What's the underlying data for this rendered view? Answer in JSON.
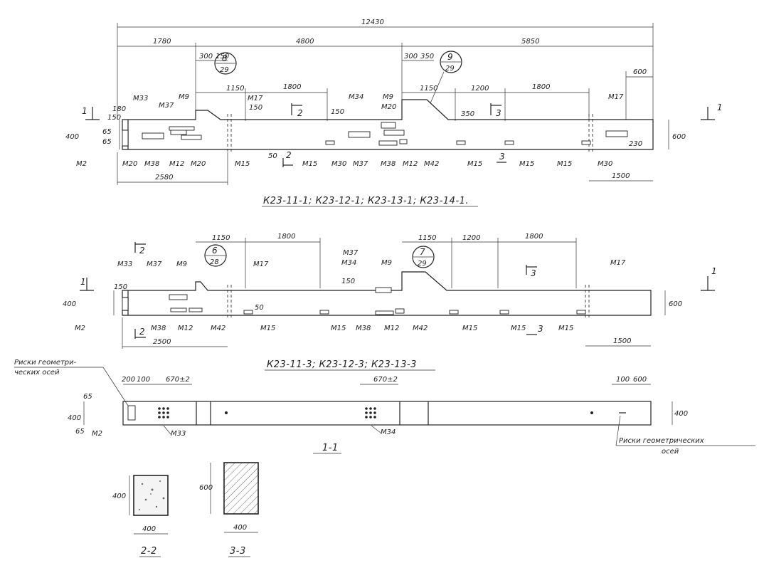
{
  "views": {
    "top": {
      "title": "К23-11-1; К23-12-1; К23-13-1; К23-14-1.",
      "overall": "12430",
      "dims_top": [
        "1780",
        "4800",
        "5850"
      ],
      "dims_mid": [
        "300",
        "150",
        "300",
        "350",
        "600"
      ],
      "dims_row": [
        "1150",
        "1800",
        "1150",
        "1200",
        "1800"
      ],
      "dims_left": [
        "180",
        "150",
        "400",
        "65",
        "65"
      ],
      "dims_right": [
        "600",
        "230"
      ],
      "dims_vert": [
        "150",
        "150",
        "350",
        "50"
      ],
      "dims_bottom": [
        "2580",
        "1500"
      ],
      "callout_a": {
        "num": "8",
        "den": "29"
      },
      "callout_b": {
        "num": "9",
        "den": "29"
      },
      "sec1": "1",
      "sec2": "2",
      "sec3": "3",
      "labels_above": [
        "М33",
        "М37",
        "М9",
        "М17",
        "М34",
        "М9",
        "М20",
        "М17"
      ],
      "labels_below": [
        "М2",
        "М20",
        "М38",
        "М12",
        "М20",
        "М15",
        "М15",
        "М30",
        "М37",
        "М38",
        "М12",
        "М42",
        "М15",
        "М15",
        "М15",
        "М30"
      ]
    },
    "mid": {
      "title": "К23-11-3; К23-12-3; К23-13-3",
      "dims_row": [
        "1150",
        "1800",
        "1150",
        "1200",
        "1800"
      ],
      "dims_left": [
        "150",
        "400"
      ],
      "dims_right": [
        "600"
      ],
      "dims_vert": [
        "150",
        "50"
      ],
      "dims_bottom": [
        "2500",
        "1500"
      ],
      "callout_a": {
        "num": "6",
        "den": "28"
      },
      "callout_b": {
        "num": "7",
        "den": "29"
      },
      "labels_above": [
        "М33",
        "М37",
        "М9",
        "М17",
        "М37",
        "М34",
        "М9",
        "М17"
      ],
      "labels_below": [
        "М2",
        "М38",
        "М12",
        "М42",
        "М15",
        "М15",
        "М38",
        "М12",
        "М42",
        "М15",
        "М15",
        "М15"
      ]
    },
    "plan": {
      "title": "1-1",
      "note_left": "Риски геометри-\nческих осей",
      "note_right": "Риски геометрических\nосей",
      "dims_top": [
        "200",
        "100",
        "670±2",
        "670±2",
        "100",
        "600"
      ],
      "dims_left": [
        "400",
        "65",
        "65"
      ],
      "dims_right": [
        "400"
      ],
      "labels": [
        "М2",
        "М33",
        "М34"
      ]
    },
    "sections": [
      {
        "title": "2-2",
        "width": "400",
        "height": "400"
      },
      {
        "title": "3-3",
        "width": "400",
        "height": "600"
      }
    ]
  }
}
